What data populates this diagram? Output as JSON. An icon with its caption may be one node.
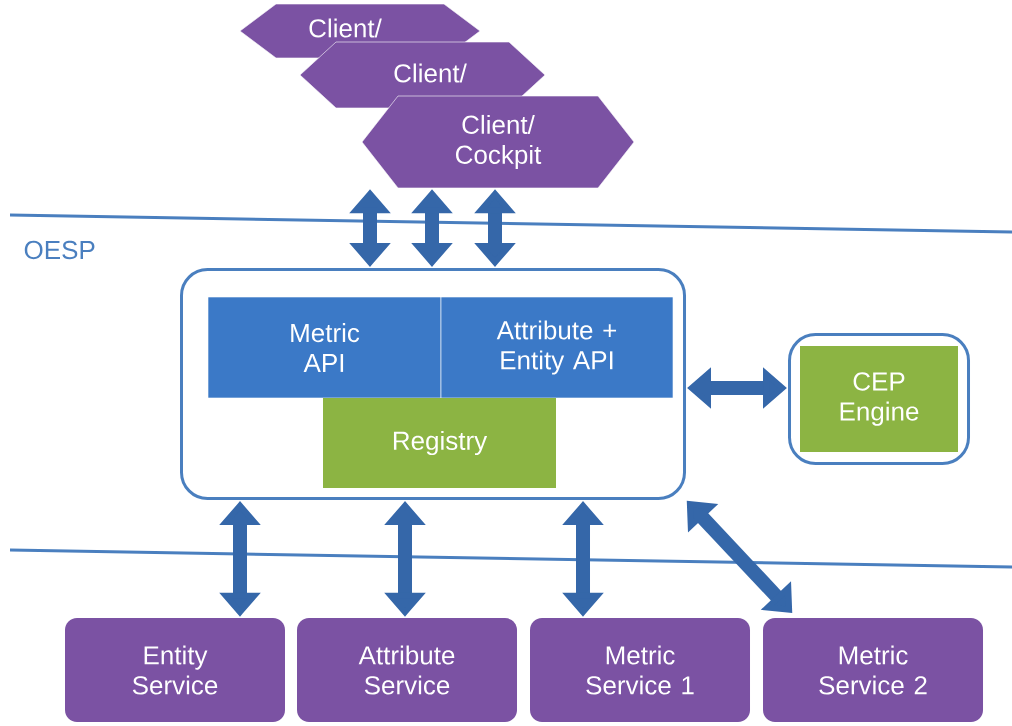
{
  "diagram": {
    "nodes": [
      {
        "text": [
          "Client/"
        ]
      },
      {
        "text": [
          "Client/"
        ]
      },
      {
        "text": [
          "Client/ Cockpit"
        ]
      },
      {
        "text": [],
        "shape": "box"
      },
      {
        "text": [
          "Metric API"
        ],
        "in": 3
      },
      {
        "text": [
          "Attribute + Entity API"
        ],
        "in": 3
      },
      {
        "text": [
          "Registry"
        ],
        "in": 3
      },
      {
        "text": [],
        "shape": "box"
      },
      {
        "text": [
          "CEP Engine"
        ],
        "in": 7
      },
      {
        "text": [
          "Entity Service"
        ]
      },
      {
        "text": [
          "Attribute Service"
        ]
      },
      {
        "text": [
          "Metric Service 1"
        ]
      },
      {
        "text": [
          "Metric Service 2"
        ]
      }
    ],
    "edges": [
      {
        "from": 2,
        "to": 3,
        "arrow": "both"
      },
      {
        "from": 2,
        "to": 3,
        "arrow": "both"
      },
      {
        "from": 2,
        "to": 3,
        "arrow": "both"
      },
      {
        "from": 3,
        "to": 7,
        "arrow": "both"
      },
      {
        "from": 9,
        "to": 3,
        "arrow": "both"
      },
      {
        "from": 10,
        "to": 3,
        "arrow": "both"
      },
      {
        "from": 11,
        "to": 3,
        "arrow": "both"
      },
      {
        "from": 12,
        "to": 3,
        "arrow": "both"
      }
    ],
    "labels": [
      "OESP"
    ]
  }
}
